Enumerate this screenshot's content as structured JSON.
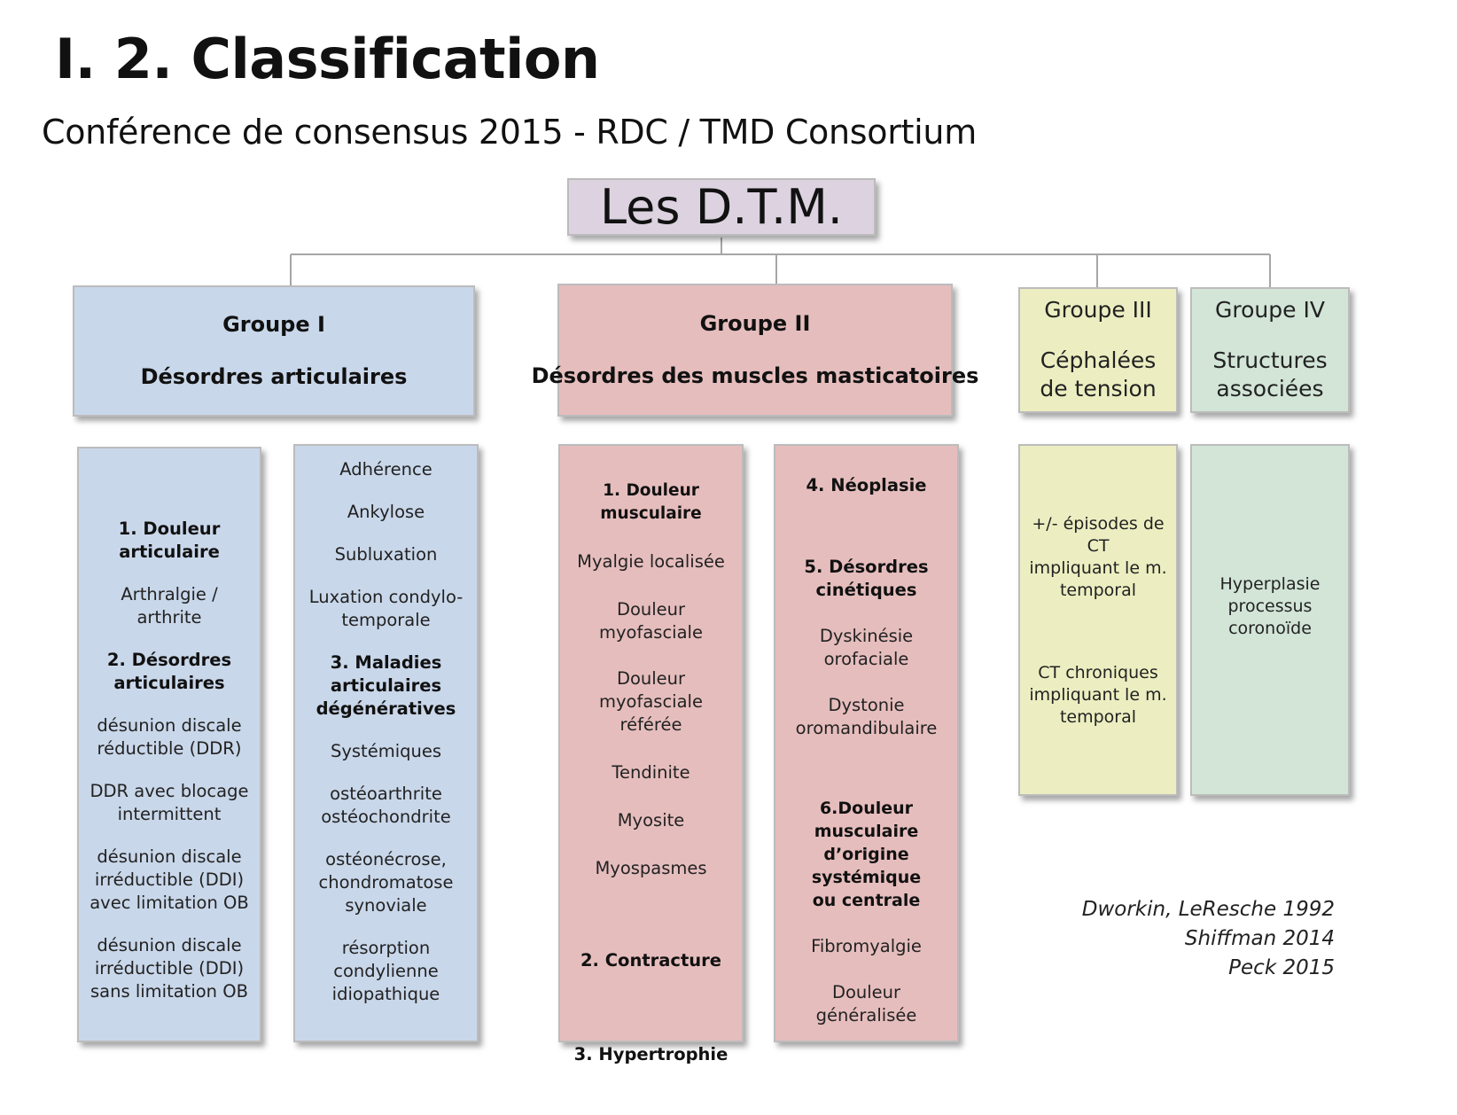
{
  "title": "I. 2. Classification",
  "subtitle": "Conférence de consensus 2015 - RDC / TMD Consortium",
  "root": "Les D.T.M.",
  "colors": {
    "group1": "#c9d7ea",
    "group2": "#e6bdbd",
    "group3": "#eceec1",
    "group4": "#d2e5d7",
    "root": "#dcd2e0",
    "connector": "#a6a6a6"
  },
  "groups": [
    {
      "title": "Groupe I",
      "desc": "Désordres articulaires"
    },
    {
      "title": "Groupe II",
      "desc": "Désordres des muscles masticatoires"
    },
    {
      "title": "Groupe III",
      "desc": "Céphalées de tension"
    },
    {
      "title": "Groupe IV",
      "desc": "Structures associées"
    }
  ],
  "columns": {
    "g1a": [
      {
        "text": "1. Douleur articulaire",
        "bold": true
      },
      {
        "text": "Arthralgie / arthrite",
        "bold": false
      },
      {
        "text": "2. Désordres\n articulaires",
        "bold": true
      },
      {
        "text": "désunion discale\n réductible (DDR)",
        "bold": false
      },
      {
        "text": "DDR avec blocage\n intermittent",
        "bold": false
      },
      {
        "text": "désunion discale\n irréductible (DDI)\n avec limitation OB",
        "bold": false
      },
      {
        "text": "désunion discale\n irréductible (DDI)\n sans limitation OB",
        "bold": false
      }
    ],
    "g1b": [
      {
        "text": "Adhérence",
        "bold": false
      },
      {
        "text": "Ankylose",
        "bold": false
      },
      {
        "text": "Subluxation",
        "bold": false
      },
      {
        "text": "Luxation condylo-\n temporale",
        "bold": false
      },
      {
        "text": "3. Maladies\n articulaires\n dégénératives",
        "bold": true
      },
      {
        "text": "Systémiques",
        "bold": false
      },
      {
        "text": "ostéoarthrite\n ostéochondrite",
        "bold": false
      },
      {
        "text": "ostéonécrose,\n chondromatose\n synoviale",
        "bold": false
      },
      {
        "text": "résorption\n condylienne\n idiopathique",
        "bold": false
      }
    ],
    "g2a": [
      {
        "text": "1. Douleur musculaire",
        "bold": true
      },
      {
        "text": "Myalgie localisée",
        "bold": false
      },
      {
        "text": "Douleur myofasciale",
        "bold": false
      },
      {
        "text": "Douleur myofasciale\n référée",
        "bold": false
      },
      {
        "text": "Tendinite",
        "bold": false
      },
      {
        "text": "Myosite",
        "bold": false
      },
      {
        "text": "Myospasmes",
        "bold": false
      },
      {
        "text": "2. Contracture",
        "bold": true
      },
      {
        "text": "3. Hypertrophie",
        "bold": true
      }
    ],
    "g2b": [
      {
        "text": "4. Néoplasie",
        "bold": true
      },
      {
        "text": "5. Désordres\n cinétiques",
        "bold": true
      },
      {
        "text": "Dyskinésie orofaciale",
        "bold": false
      },
      {
        "text": "Dystonie\n oromandibulaire",
        "bold": false
      },
      {
        "text": "6.Douleur musculaire\n d’origine systémique\n ou centrale",
        "bold": true
      },
      {
        "text": "Fibromyalgie",
        "bold": false
      },
      {
        "text": "Douleur généralisée",
        "bold": false
      }
    ],
    "g3": [
      {
        "text": "+/- épisodes de CT\n impliquant le m.\n temporal",
        "bold": false
      },
      {
        "text": "CT chroniques\n impliquant le m.\n temporal",
        "bold": false
      }
    ],
    "g4": [
      {
        "text": "Hyperplasie\n processus\n coronoïde",
        "bold": false
      }
    ]
  },
  "references": [
    "Dworkin, LeResche 1992",
    "Shiffman 2014",
    "Peck 2015"
  ]
}
